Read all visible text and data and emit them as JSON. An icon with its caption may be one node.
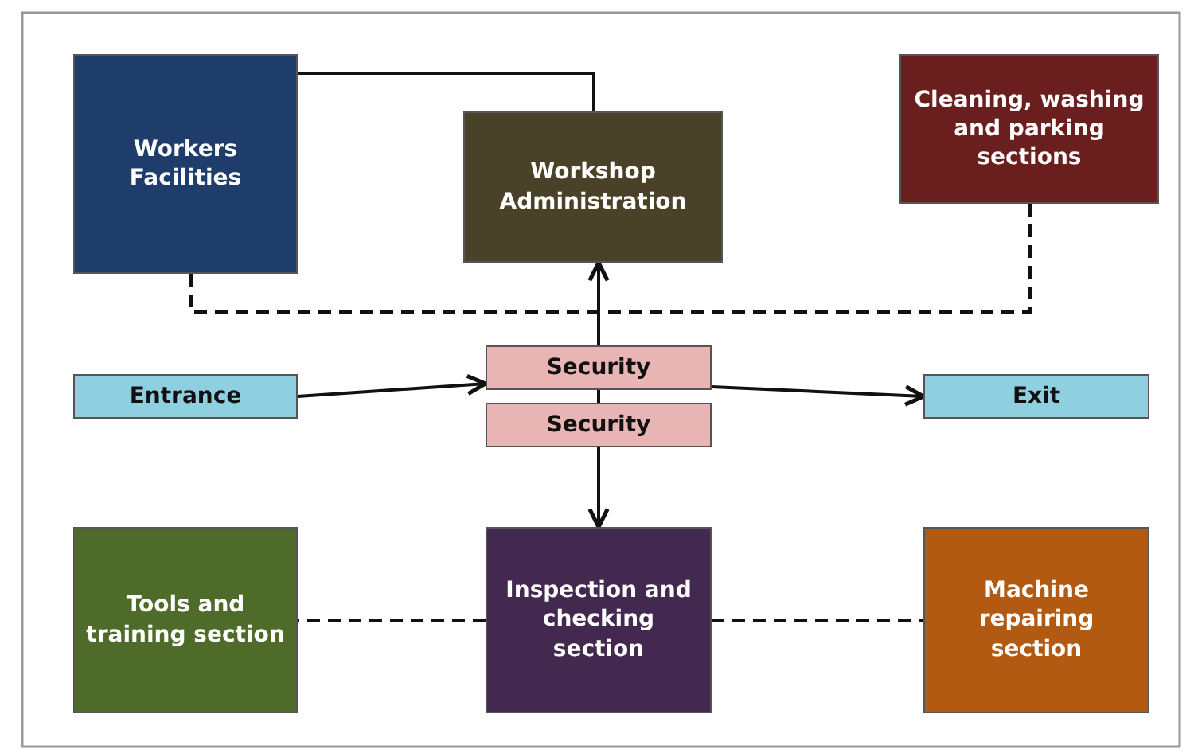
{
  "diagram": {
    "nodes": [
      {
        "text": [
          "Workers Facilities"
        ]
      },
      {
        "text": [
          "Workshop Administration"
        ]
      },
      {
        "text": [
          "Cleaning, washing and parking sections"
        ]
      },
      {
        "text": [
          "Entrance"
        ]
      },
      {
        "text": [
          "Security"
        ]
      },
      {
        "text": [
          "Security"
        ]
      },
      {
        "text": [
          "Exit"
        ]
      },
      {
        "text": [
          "Tools and training section"
        ]
      },
      {
        "text": [
          "Inspection and checking section"
        ]
      },
      {
        "text": [
          "Machine repairing section"
        ]
      }
    ],
    "edges": [
      {
        "from": 0,
        "to": 1,
        "arrow": "none"
      },
      {
        "from": 0,
        "to": 2,
        "arrow": "none",
        "style": "dashed"
      },
      {
        "from": 3,
        "to": 4,
        "arrow": "to"
      },
      {
        "from": 4,
        "to": 1,
        "arrow": "to"
      },
      {
        "from": 4,
        "to": 6,
        "arrow": "to"
      },
      {
        "from": 4,
        "to": 5,
        "arrow": "none"
      },
      {
        "from": 5,
        "to": 8,
        "arrow": "to"
      },
      {
        "from": 8,
        "to": 7,
        "arrow": "none",
        "style": "dashed"
      },
      {
        "from": 8,
        "to": 9,
        "arrow": "none",
        "style": "dashed"
      }
    ]
  }
}
